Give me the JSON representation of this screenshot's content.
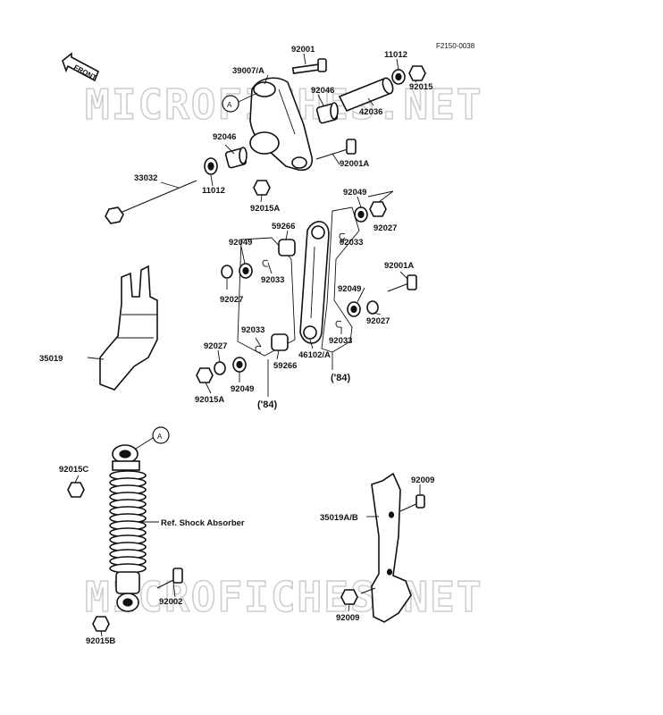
{
  "figure_code": "F2150-0038",
  "front_label": "FRONT",
  "watermark": "MICROFICHES.NET",
  "callout_a": "A",
  "parts": {
    "p92001": "92001",
    "p39007": "39007/A",
    "p11012_top": "11012",
    "p92015_top": "92015",
    "p92046_top": "92046",
    "p42036": "42036",
    "p92046_mid": "92046",
    "p92001a_top": "92001A",
    "p33032": "33032",
    "p11012_mid": "11012",
    "p92015a_top": "92015A",
    "p92049_r": "92049",
    "p92027_r": "92027",
    "p59266_top": "59266",
    "p92049_l": "92049",
    "p92033_rt": "92033",
    "p92027_l": "92027",
    "p92033_l": "92033",
    "p92001a_r": "92001A",
    "p92049_rm": "92049",
    "p92027_rm": "92027",
    "p35019": "35019",
    "p92033_lb": "92033",
    "p92027_lb": "92027",
    "p59266_bot": "59266",
    "p46102": "46102/A",
    "p92033_rb": "92033",
    "p92049_lb": "92049",
    "p92015a_lb": "92015A",
    "year_left": "('84)",
    "year_right": "('84)",
    "p92015c": "92015C",
    "ref_shock": "Ref. Shock Absorber",
    "p92002": "92002",
    "p92015b": "92015B",
    "p92009_top": "92009",
    "p35019ab": "35019A/B",
    "p92009_bot": "92009"
  }
}
